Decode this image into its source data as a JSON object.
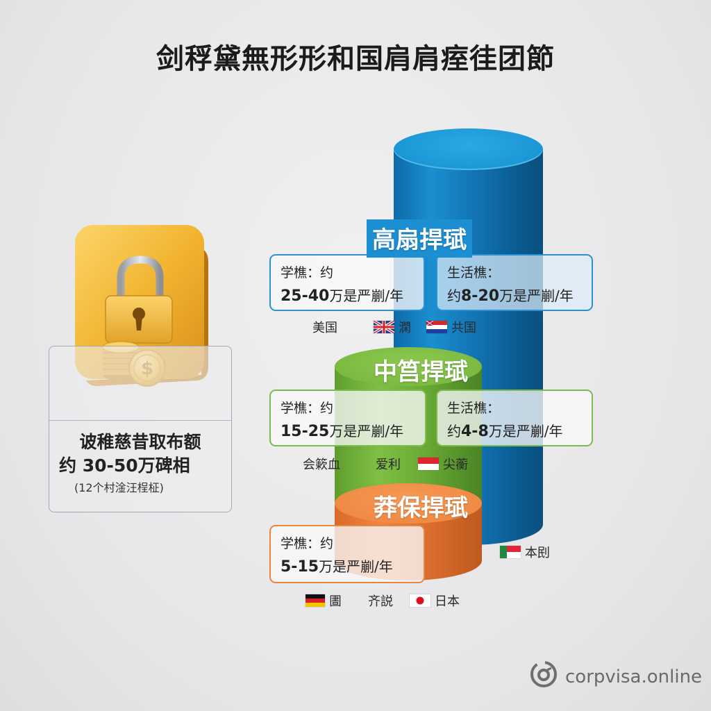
{
  "title": "剑稃黛無形形和国肩肩痓徍团節",
  "left_card": {
    "line1": "诐稚慈昔取布额",
    "line2": "约 30-50万碑相",
    "line3": "(12个村淦汪桯柾)",
    "icon": "gold-lock-coins-icon"
  },
  "tiers": [
    {
      "name": "高扇捍珷",
      "color": "#1b8fd2",
      "tuition": {
        "key": "学樵：约",
        "value_num": "25-40",
        "value_unit": "万是严剻/年"
      },
      "living": {
        "key": "生活樵：",
        "value_prefix": "约",
        "value_num": "8-20",
        "value_unit": "万是严剻/年"
      },
      "countries": [
        {
          "label": "美国",
          "flag": ""
        },
        {
          "label": "澖",
          "flag": "uk-flag"
        },
        {
          "label": "共国",
          "flag": "red-white-blue-flag"
        }
      ]
    },
    {
      "name": "中筥捍珷",
      "color": "#7bbb42",
      "tuition": {
        "key": "学樵：约",
        "value_num": "15-25",
        "value_unit": "万是严剻/年"
      },
      "living": {
        "key": "生活樵：",
        "value_prefix": "约",
        "value_num": "4-8",
        "value_unit": "万是严剻/年"
      },
      "countries": [
        {
          "label": "会簌血",
          "flag": ""
        },
        {
          "label": "爱利",
          "flag": ""
        },
        {
          "label": "尖蘅",
          "flag": "red-white-flag"
        }
      ]
    },
    {
      "name": "莽保捍珷",
      "color": "#f08a44",
      "tuition": {
        "key": "学樵：约",
        "value_num": "5-15",
        "value_unit": "万是严剻/年"
      },
      "countries": [
        {
          "label": "圕",
          "flag": "germany-flag"
        },
        {
          "label": "齐説",
          "flag": ""
        },
        {
          "label": "日本",
          "flag": "japan-flag"
        },
        {
          "label": "本刡",
          "flag": "green-red-white-flag"
        }
      ]
    }
  ],
  "watermark": {
    "text": "corpvisa.online",
    "icon": "corpvisa-logo-icon"
  }
}
